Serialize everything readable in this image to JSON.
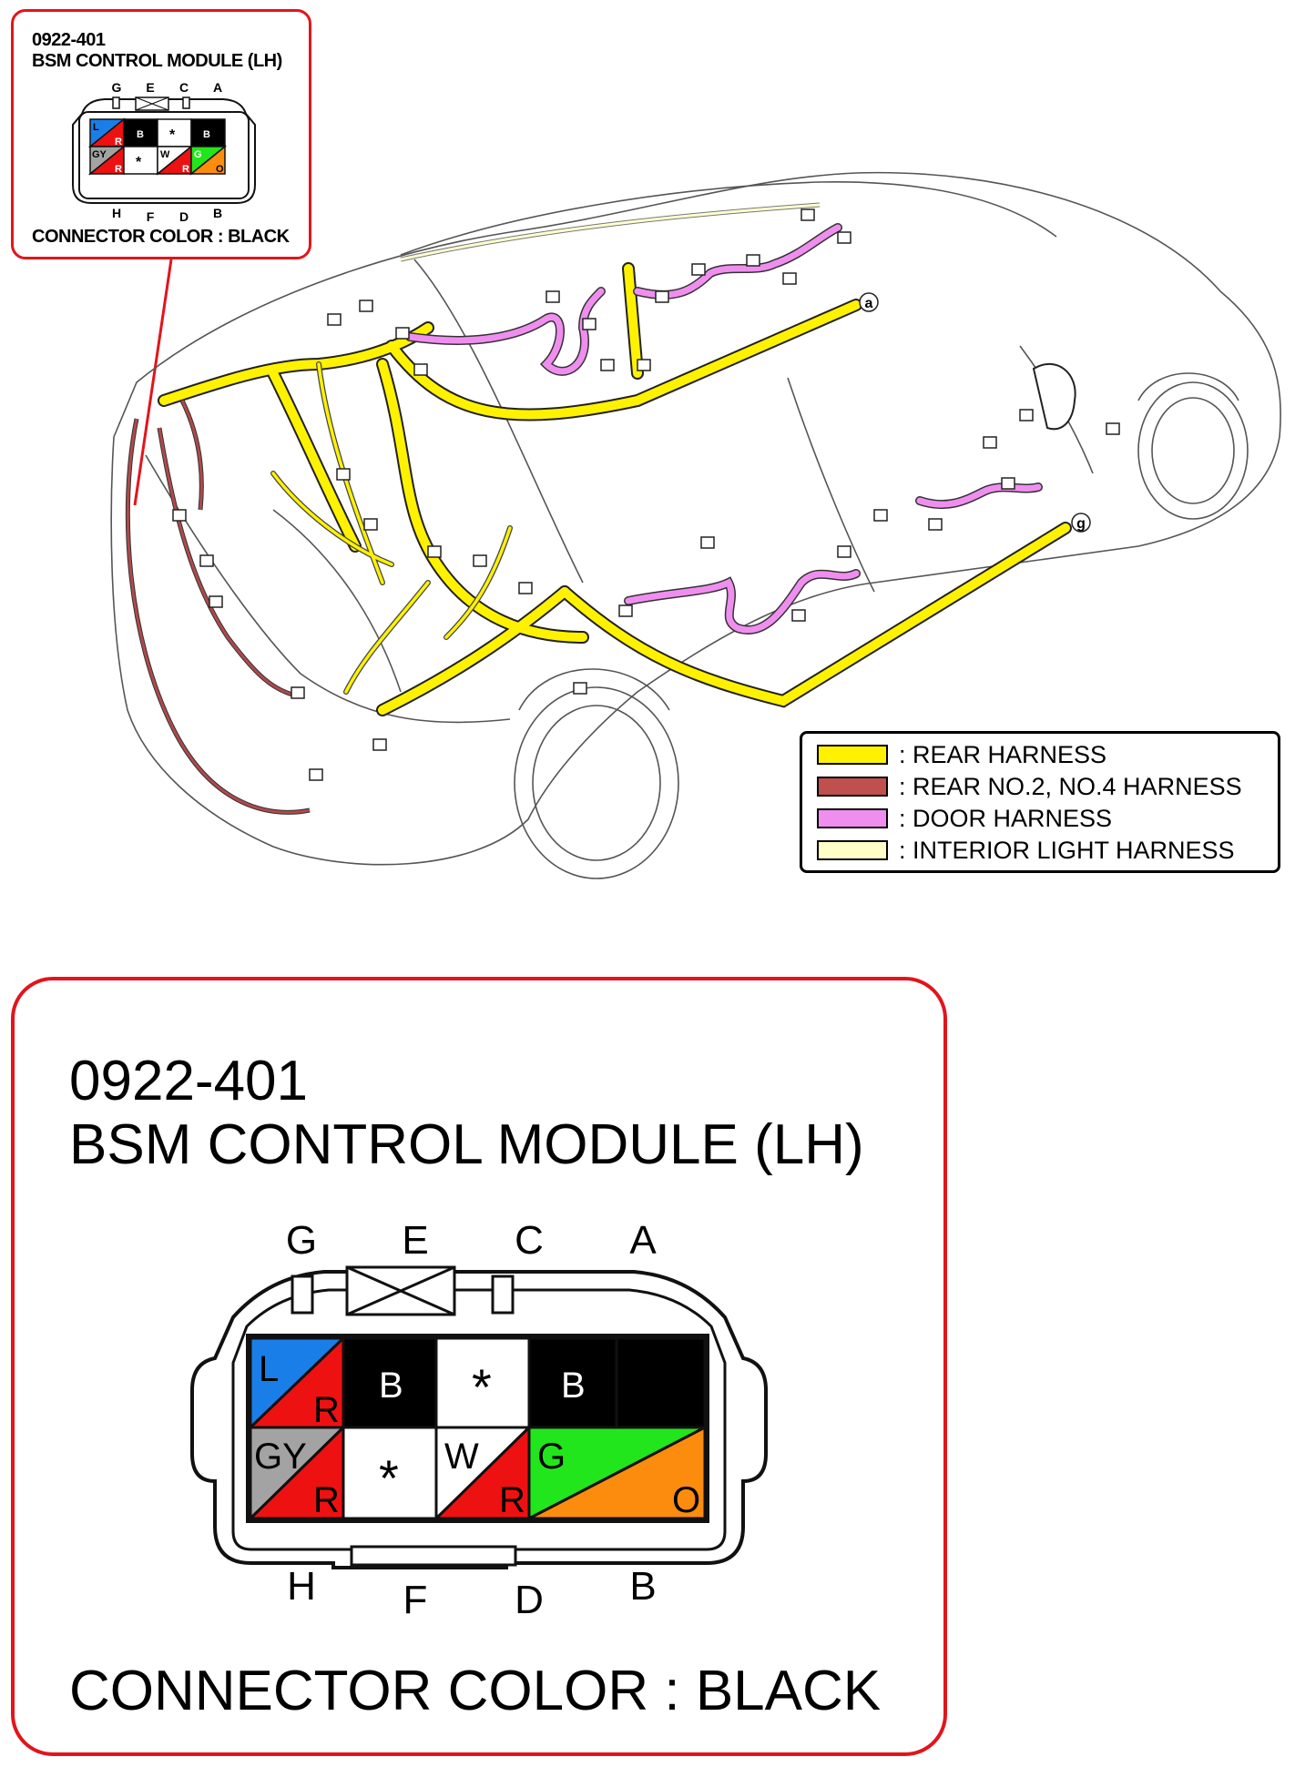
{
  "connector": {
    "code": "0922-401",
    "name": "BSM CONTROL MODULE (LH)",
    "color_label": "CONNECTOR COLOR : BLACK",
    "top_pin_letters": [
      "G",
      "E",
      "C",
      "A"
    ],
    "bottom_pin_letters": [
      "H",
      "F",
      "D",
      "B"
    ],
    "cells_top_row": [
      {
        "upper": "L",
        "lower": "R",
        "upper_color": "#1a7ee8",
        "lower_color": "#ee1111"
      },
      {
        "label": "B",
        "color": "#000000"
      },
      {
        "label": "*",
        "color": "#ffffff"
      },
      {
        "label": "B",
        "color": "#000000"
      }
    ],
    "cells_bottom_row": [
      {
        "upper": "GY",
        "lower": "R",
        "upper_color": "#a3a3a3",
        "lower_color": "#ee1111"
      },
      {
        "label": "*",
        "color": "#ffffff"
      },
      {
        "upper": "W",
        "lower": "R",
        "upper_color": "#ffffff",
        "lower_color": "#ee1111"
      },
      {
        "upper": "G",
        "lower": "O",
        "upper_color": "#22e61c",
        "lower_color": "#fb8c0e"
      }
    ]
  },
  "callouts": [
    "a",
    "g"
  ],
  "legend": {
    "items": [
      {
        "label": ": REAR HARNESS",
        "color": "#fff200"
      },
      {
        "label": ": REAR NO.2, NO.4 HARNESS",
        "color": "#c0504d"
      },
      {
        "label": ": DOOR HARNESS",
        "color": "#f08ef0"
      },
      {
        "label": ": INTERIOR LIGHT HARNESS",
        "color": "#ffffc8"
      }
    ]
  },
  "colors": {
    "frame_red": "#e3141b",
    "rear_harness": "#fff200",
    "rear_no2_no4_harness": "#b0494a",
    "door_harness": "#e88ee8",
    "interior_light_harness": "#ffffd0"
  }
}
